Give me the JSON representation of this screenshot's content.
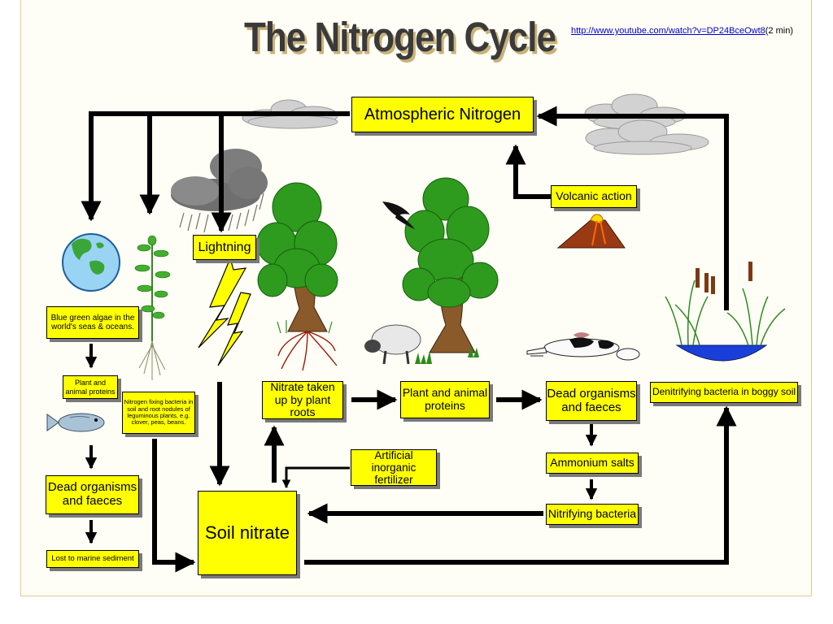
{
  "title": "The Nitrogen Cycle",
  "link": {
    "url": "http://www.youtube.com/watch?v=DP24BceOwt8",
    "suffix": "(2 min)"
  },
  "labels": {
    "atmospheric_nitrogen": "Atmospheric Nitrogen",
    "volcanic_action": "Volcanic action",
    "lightning": "Lightning",
    "blue_green_algae": "Blue green algae in the world's seas & oceans.",
    "plant_animal_proteins_left": "Plant and animal proteins",
    "nitrogen_fixing_bacteria": "Nitrogen fixing bacteria in soil and root nodules of leguminous plants, e.g. clover, peas, beans.",
    "dead_organisms_left": "Dead organisms and faeces",
    "lost_to_marine_sediment": "Lost to marine sediment",
    "nitrate_taken_up": "Nitrate taken up by plant roots",
    "plant_animal_proteins_center": "Plant and animal proteins",
    "dead_organisms_right": "Dead organisms and faeces",
    "denitrifying_bacteria": "Denitrifying bacteria in boggy soil",
    "artificial_fertilizer": "Artificial inorganic fertilizer",
    "ammonium_salts": "Ammonium salts",
    "nitrifying_bacteria": "Nitrifying bacteria",
    "soil_nitrate": "Soil nitrate"
  },
  "colors": {
    "box_fill": "#ffff00",
    "box_shadow": "#7a7a7a",
    "arrow": "#000000",
    "tree_green": "#2e9a1e",
    "water": "#1a3fd8",
    "frame_border": "#e8c890"
  },
  "icons": [
    "globe-icon",
    "fish-icon",
    "cloud-icon",
    "storm-cloud-icon",
    "lightning-bolt-icon",
    "tree-icon",
    "bird-icon",
    "sheep-icon",
    "cow-icon",
    "volcano-icon",
    "bog-reeds-icon",
    "seedling-icon"
  ]
}
